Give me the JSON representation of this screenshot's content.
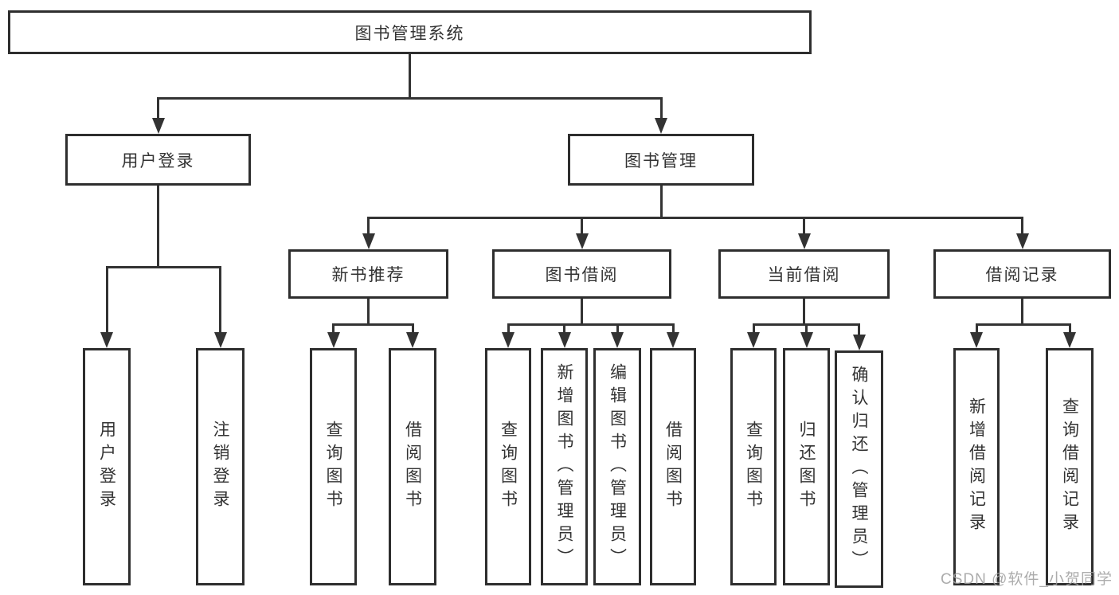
{
  "tree": {
    "root": {
      "label": "图书管理系统"
    },
    "branches": [
      {
        "label": "用户登录",
        "children": [
          {
            "label": "用户登录"
          },
          {
            "label": "注销登录"
          }
        ]
      },
      {
        "label": "图书管理",
        "children": [
          {
            "label": "新书推荐",
            "children": [
              {
                "label": "查询图书"
              },
              {
                "label": "借阅图书"
              }
            ]
          },
          {
            "label": "图书借阅",
            "children": [
              {
                "label": "查询图书"
              },
              {
                "label": "新增图书（管理员）"
              },
              {
                "label": "编辑图书（管理员）"
              },
              {
                "label": "借阅图书"
              }
            ]
          },
          {
            "label": "当前借阅",
            "children": [
              {
                "label": "查询图书"
              },
              {
                "label": "归还图书"
              },
              {
                "label": "确认归还（管理员）"
              }
            ]
          },
          {
            "label": "借阅记录",
            "children": [
              {
                "label": "新增借阅记录"
              },
              {
                "label": "查询借阅记录"
              }
            ]
          }
        ]
      }
    ]
  },
  "watermark": "CSDN @软件_小贺同学",
  "colors": {
    "line": "#333333",
    "box_border": "#2e2e2e",
    "text": "#333333",
    "background": "#ffffff",
    "watermark": "#9e9e9e"
  }
}
